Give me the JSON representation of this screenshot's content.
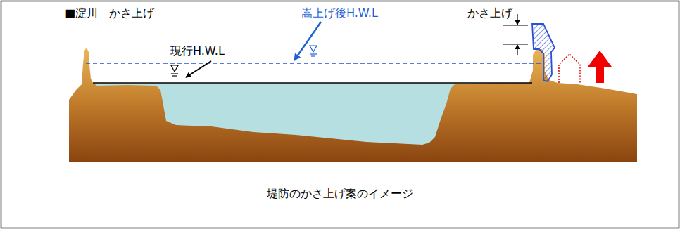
{
  "diagram": {
    "title": "■淀川　かさ上げ",
    "caption": "堤防のかさ上げ案のイメージ",
    "labels": [
      "現行H.W.L",
      "嵩上げ後H.W.L",
      "かさ上げ"
    ]
  }
}
